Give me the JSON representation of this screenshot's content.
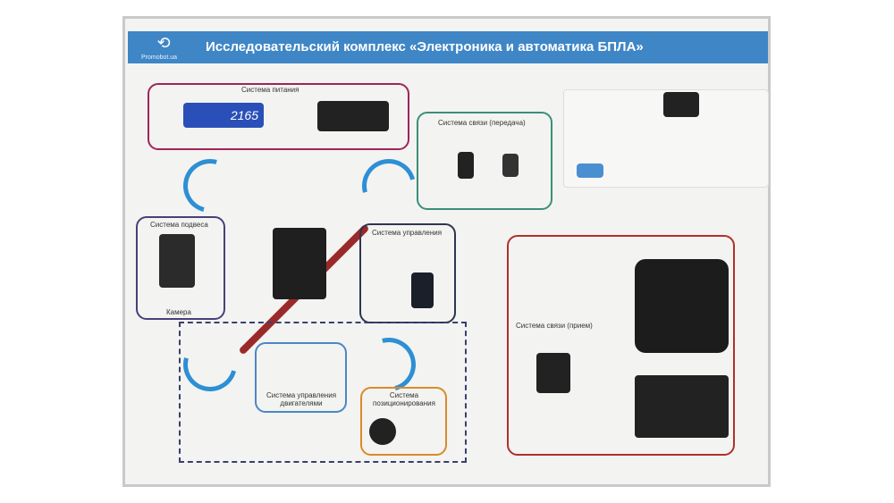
{
  "header": {
    "title": "Исследовательский комплекс «Электроника и автоматика БПЛА»",
    "logo_text": "Promobot.ua"
  },
  "systems": {
    "power": "Система питания",
    "comm_tx": "Система связи (передача)",
    "gimbal": "Система подвеса",
    "camera": "Камера",
    "control": "Система управления",
    "motor_control": "Система управления двигателями",
    "positioning": "Система позиционирования",
    "comm_rx": "Система связи (прием)"
  },
  "battery_label": "2165",
  "colors": {
    "header": "#3f86c6",
    "power": "#a0245a",
    "comm_tx": "#3a8f7a",
    "gimbal": "#4a3f7a",
    "control": "#2f3550",
    "motor_control": "#4a86c6",
    "positioning": "#d98a2b",
    "comm_rx": "#b0302b"
  }
}
